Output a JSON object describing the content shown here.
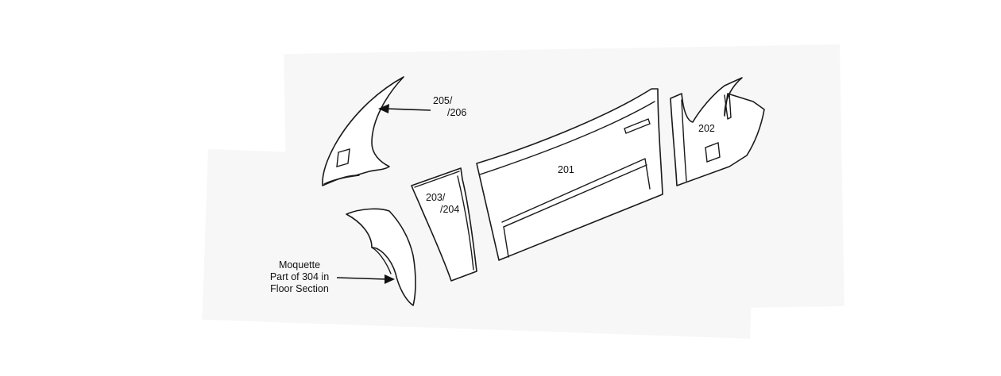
{
  "labels": {
    "part_205_206": [
      "205/",
      "/206"
    ],
    "part_203_204": [
      "203/",
      "/204"
    ],
    "part_201": "201",
    "part_202": "202",
    "moquette": [
      "Moquette",
      "Part of 304 in",
      "Floor Section"
    ]
  }
}
